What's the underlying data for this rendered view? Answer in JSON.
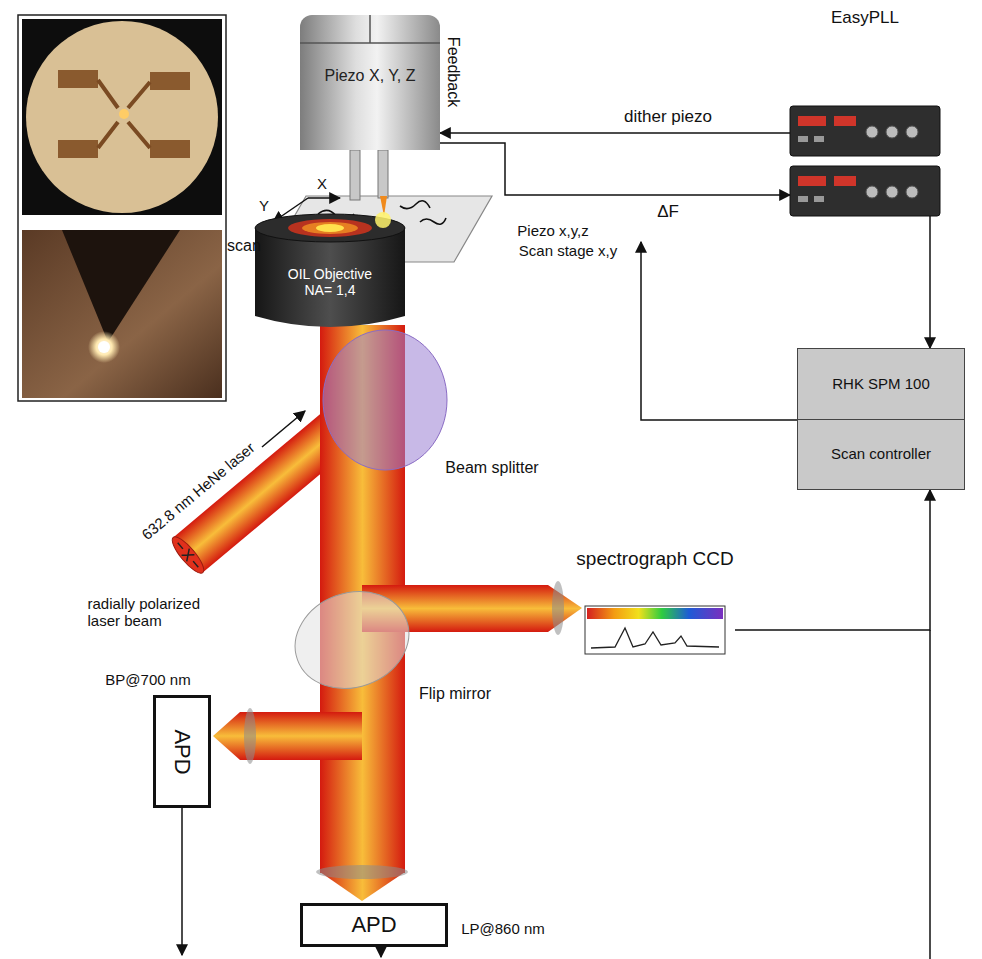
{
  "diagram": {
    "nodes": [
      {
        "text": [
          "Piezo X, Y, Z"
        ]
      },
      {
        "text": [
          "OIL Objective NA= 1,4"
        ]
      },
      {
        "text": [
          "EasyPLL"
        ]
      },
      {
        "text": [
          "RHK SPM 100",
          "Scan controller"
        ]
      },
      {
        "text": [
          "spectrograph CCD"
        ]
      },
      {
        "text": [
          "APD"
        ]
      },
      {
        "text": [
          "APD"
        ]
      }
    ],
    "edges": [
      {
        "from": 2,
        "to": 0,
        "arrow": "to",
        "label": "dither piezo"
      },
      {
        "from": 0,
        "to": 2,
        "arrow": "to",
        "label": "ΔF"
      },
      {
        "from": 2,
        "to": 3,
        "arrow": "to"
      },
      {
        "from": 4,
        "to": 3,
        "arrow": "to"
      }
    ],
    "labels": [
      "Feedback",
      "X",
      "Y",
      "scan",
      "Piezo x,y,z",
      "Scan stage x,y",
      "632.8 nm HeNe laser",
      "radially polarized laser beam",
      "Beam splitter",
      "Flip mirror",
      "BP@700 nm",
      "LP@860 nm"
    ]
  }
}
